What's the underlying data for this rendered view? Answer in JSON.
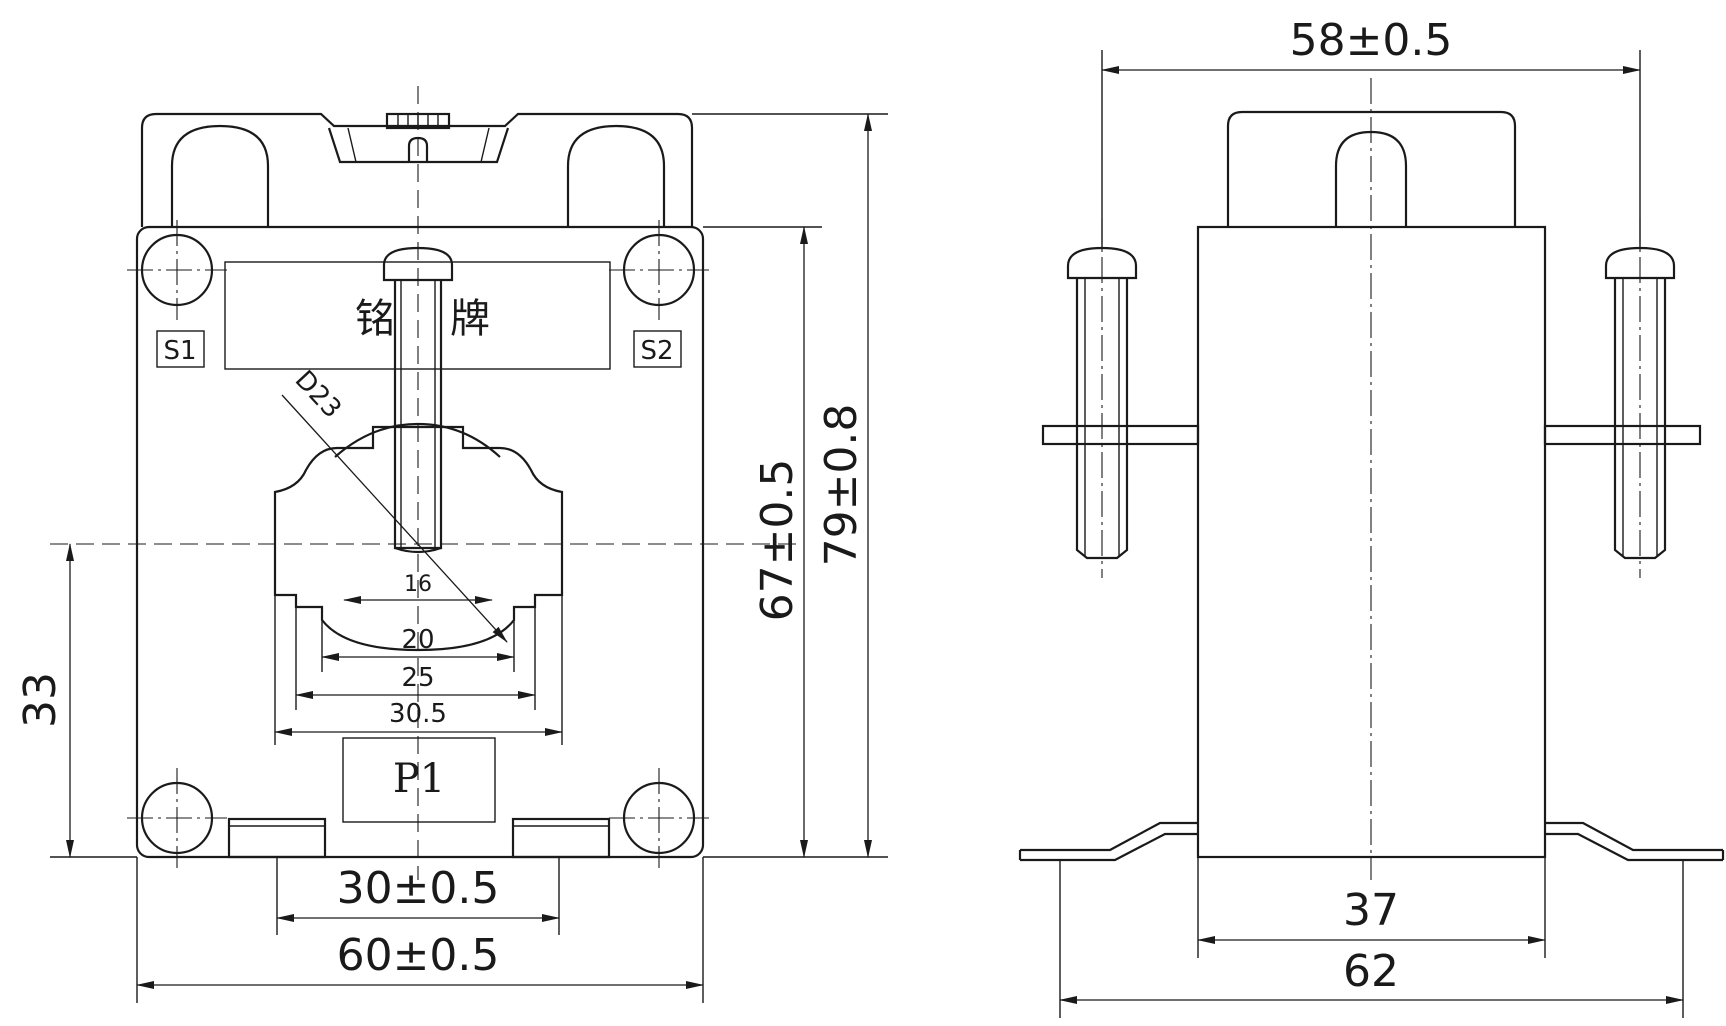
{
  "front_view": {
    "nameplate_char_1": "铭",
    "nameplate_char_2": "牌",
    "terminal_s1": "S1",
    "terminal_s2": "S2",
    "terminal_p1": "P1",
    "dim_diameter": "D23",
    "dim_16": "16",
    "dim_20": "20",
    "dim_25": "25",
    "dim_30_5": "30.5",
    "dim_30": "30±0.5",
    "dim_60": "60±0.5",
    "dim_33": "33",
    "dim_67": "67±0.5",
    "dim_79": "79±0.8"
  },
  "side_view": {
    "dim_58": "58±0.5",
    "dim_37": "37",
    "dim_62": "62"
  }
}
